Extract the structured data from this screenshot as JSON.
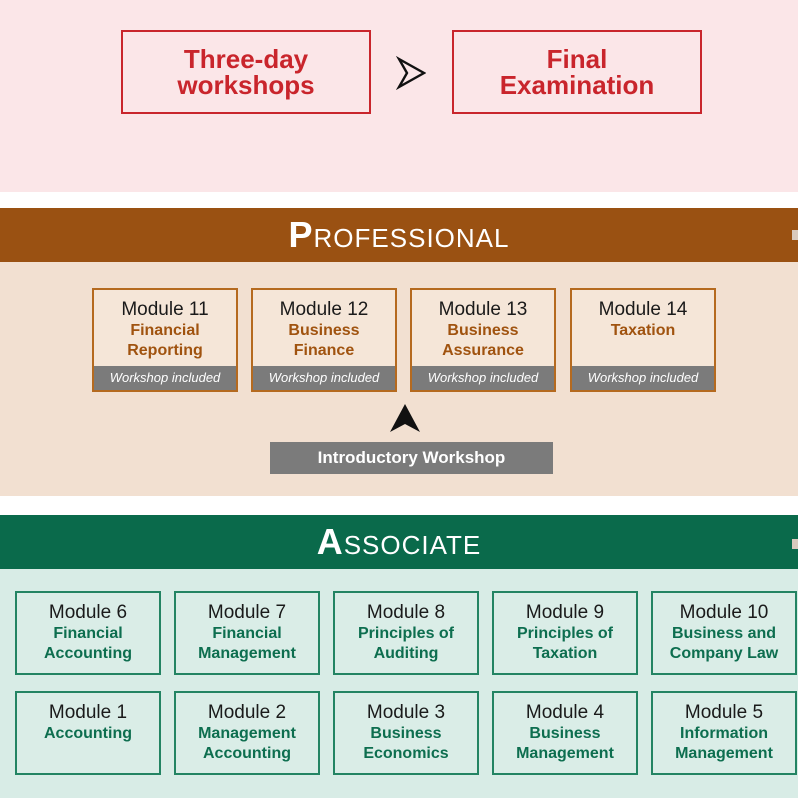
{
  "top": {
    "box_left": {
      "line1": "Three-day",
      "line2": "workshops"
    },
    "box_right": {
      "line1": "Final",
      "line2": "Examination"
    }
  },
  "professional": {
    "title_cap": "P",
    "title_rest": "ROFESSIONAL",
    "modules": [
      {
        "number": "Module 11",
        "line1": "Financial",
        "line2": "Reporting",
        "workshop": "Workshop included"
      },
      {
        "number": "Module 12",
        "line1": "Business",
        "line2": "Finance",
        "workshop": "Workshop included"
      },
      {
        "number": "Module 13",
        "line1": "Business",
        "line2": "Assurance",
        "workshop": "Workshop included"
      },
      {
        "number": "Module 14",
        "line1": "Taxation",
        "line2": "",
        "workshop": "Workshop included"
      }
    ],
    "intro_workshop": "Introductory Workshop"
  },
  "associate": {
    "title_cap": "A",
    "title_rest": "SSOCIATE",
    "modules": [
      {
        "number": "Module 6",
        "line1": "Financial",
        "line2": "Accounting"
      },
      {
        "number": "Module 7",
        "line1": "Financial",
        "line2": "Management"
      },
      {
        "number": "Module 8",
        "line1": "Principles of",
        "line2": "Auditing"
      },
      {
        "number": "Module 9",
        "line1": "Principles of",
        "line2": "Taxation"
      },
      {
        "number": "Module 10",
        "line1": "Business and",
        "line2": "Company Law"
      },
      {
        "number": "Module 1",
        "line1": "Accounting",
        "line2": ""
      },
      {
        "number": "Module 2",
        "line1": "Management",
        "line2": "Accounting"
      },
      {
        "number": "Module 3",
        "line1": "Business",
        "line2": "Economics"
      },
      {
        "number": "Module 4",
        "line1": "Business",
        "line2": "Management"
      },
      {
        "number": "Module 5",
        "line1": "Information",
        "line2": "Management"
      }
    ]
  },
  "colors": {
    "top_accent": "#c9252c",
    "professional_header": "#9a5112",
    "professional_text": "#a0530f",
    "associate_header": "#0a6a4b",
    "associate_text": "#0d6e4f",
    "workshop_bar": "#7b7b7b"
  }
}
